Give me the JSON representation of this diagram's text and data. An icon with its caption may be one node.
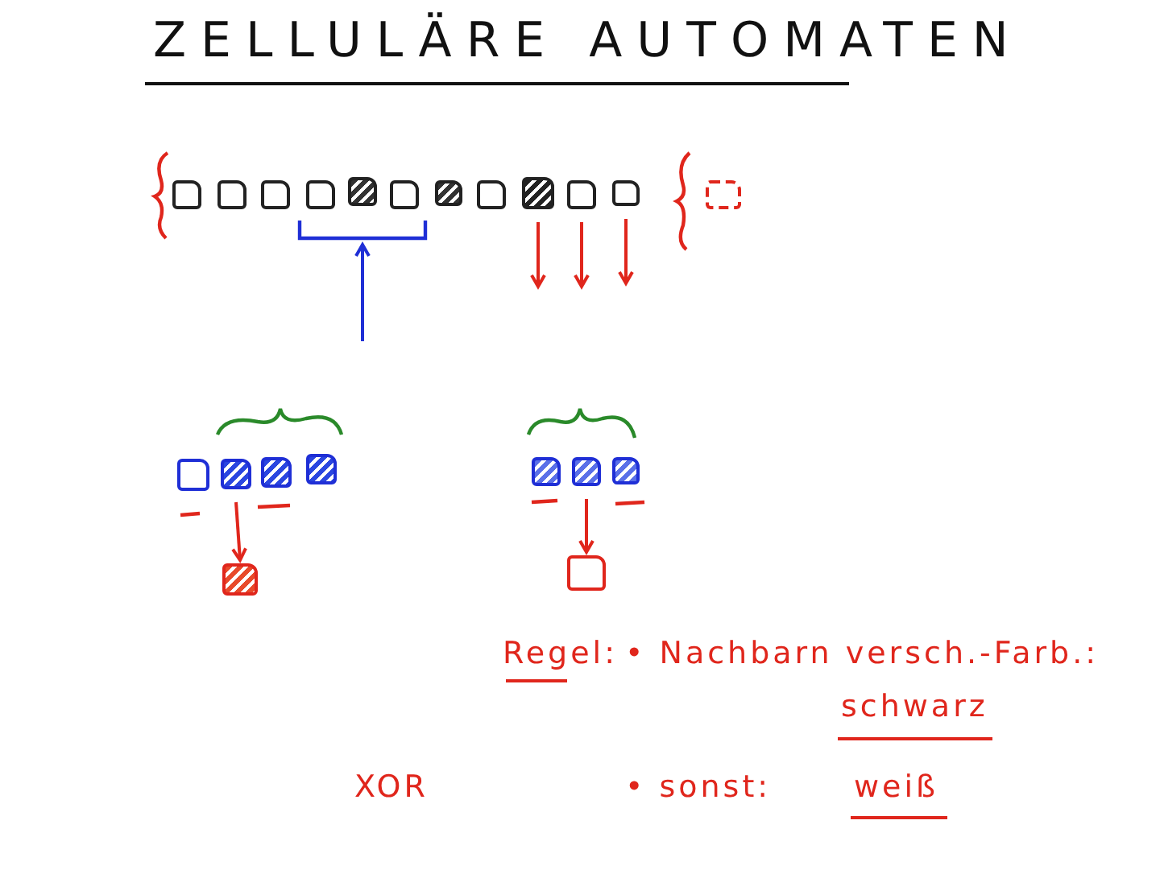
{
  "diagram": {
    "title": "ZELLULÄRE AUTOMATEN",
    "nodes": [
      {
        "text": [],
        "shape": "box"
      },
      {
        "text": [],
        "shape": "box"
      },
      {
        "text": [],
        "shape": "box"
      },
      {
        "text": [],
        "shape": "box"
      },
      {
        "text": [],
        "shape": "box"
      },
      {
        "text": [],
        "shape": "box"
      },
      {
        "text": [],
        "shape": "box"
      },
      {
        "text": [],
        "shape": "box"
      },
      {
        "text": [],
        "shape": "box"
      },
      {
        "text": [],
        "shape": "box"
      },
      {
        "text": [],
        "shape": "box"
      },
      {
        "text": [],
        "shape": "box"
      },
      {
        "text": [],
        "shape": "box"
      },
      {
        "text": [],
        "shape": "box"
      },
      {
        "text": [],
        "shape": "box"
      },
      {
        "text": [],
        "shape": "box"
      },
      {
        "text": [],
        "shape": "box"
      },
      {
        "text": [],
        "shape": "box"
      },
      {
        "text": [],
        "shape": "box"
      },
      {
        "text": [],
        "shape": "box"
      },
      {
        "text": [],
        "shape": "box"
      }
    ],
    "edges": [
      {
        "from": null,
        "to": 4,
        "arrow": "to",
        "color": "#1f2fd6"
      },
      {
        "from": 8,
        "to": null,
        "arrow": "to"
      },
      {
        "from": 9,
        "to": null,
        "arrow": "to"
      },
      {
        "from": 10,
        "to": null,
        "arrow": "to"
      },
      {
        "from": 13,
        "to": 16,
        "arrow": "to"
      },
      {
        "from": 18,
        "to": 20,
        "arrow": "to"
      }
    ],
    "labels": [
      "Regel:",
      "• Nachbarn versch.-Farb.:",
      "schwarz",
      "• sonst:",
      "weiß",
      "XOR"
    ]
  }
}
